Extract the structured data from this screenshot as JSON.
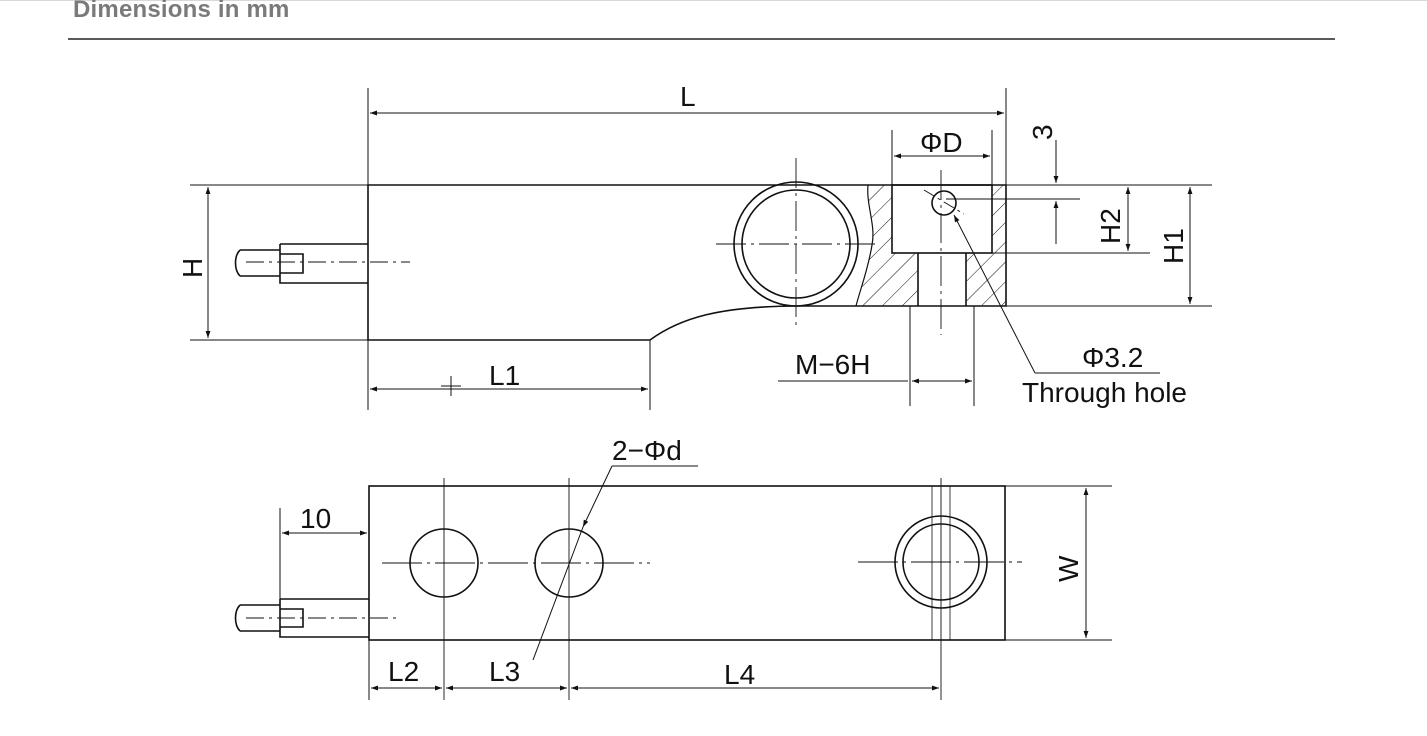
{
  "header": {
    "title": "Dimensions in mm"
  },
  "diagram": {
    "labels": {
      "L": "L",
      "phi_D": "ΦD",
      "three": "3",
      "H2": "H2",
      "H1": "H1",
      "H": "H",
      "L1": "L1",
      "M6H": "M−6H",
      "phi32": "Φ3.2",
      "through_hole": "Through hole",
      "two_phi_d": "2−Φd",
      "ten": "10",
      "W": "W",
      "L2": "L2",
      "L3": "L3",
      "L4": "L4"
    },
    "colors": {
      "line": "#111111",
      "title": "#7a7a7a",
      "rule": "#5a5a5a"
    }
  }
}
